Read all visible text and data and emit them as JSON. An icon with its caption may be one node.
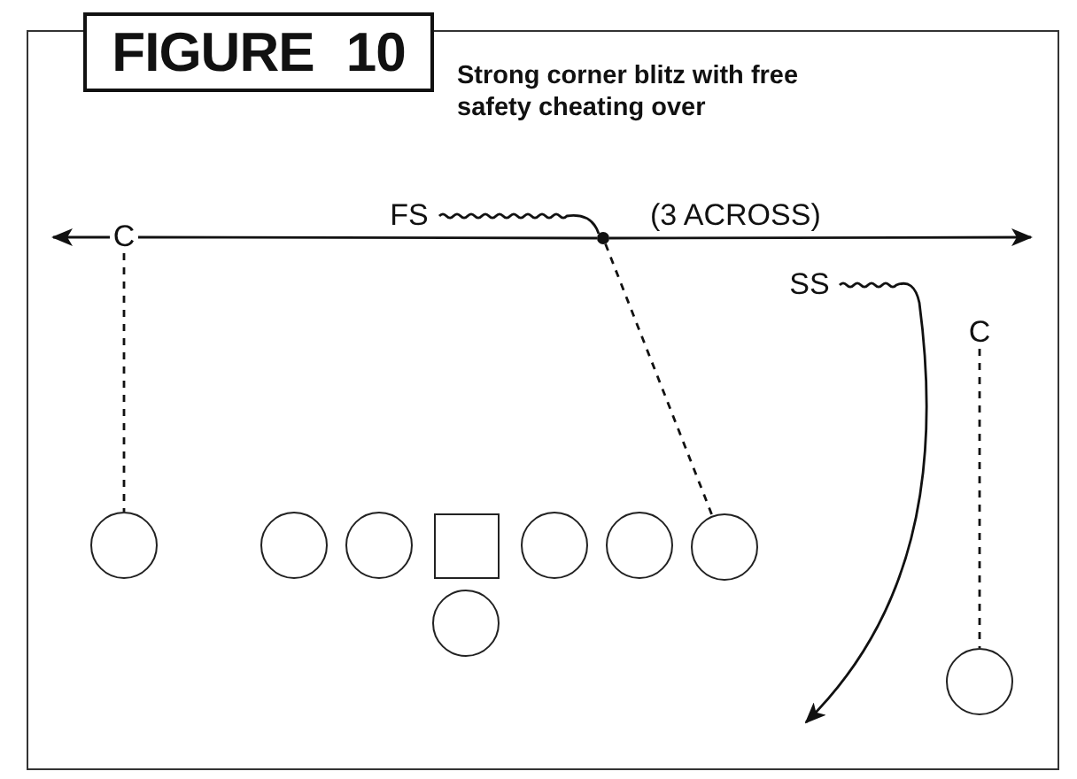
{
  "diagram": {
    "title": "FIGURE 10",
    "caption": "Strong corner blitz with free safety cheating over",
    "nodes": [
      {
        "text": [
          "C"
        ]
      },
      {
        "text": [
          "FS"
        ]
      },
      {
        "text": [
          "SS"
        ]
      },
      {
        "text": [
          "C"
        ]
      },
      {
        "text": [],
        "shape": "circle"
      },
      {
        "text": [],
        "shape": "circle"
      },
      {
        "text": [],
        "shape": "circle"
      },
      {
        "text": [],
        "shape": "box"
      },
      {
        "text": [],
        "shape": "circle"
      },
      {
        "text": [],
        "shape": "circle"
      },
      {
        "text": [],
        "shape": "circle"
      },
      {
        "text": [],
        "shape": "circle"
      },
      {
        "text": [],
        "shape": "circle"
      },
      {
        "text": [],
        "shape": "dot"
      }
    ],
    "edges": [
      {
        "from": 0,
        "to": null,
        "arrow": "to"
      },
      {
        "from": 0,
        "to": 13,
        "arrow": "none"
      },
      {
        "from": 13,
        "to": null,
        "arrow": "to"
      },
      {
        "from": 1,
        "to": 13,
        "arrow": "none"
      },
      {
        "from": 13,
        "to": 10,
        "arrow": "none",
        "style": "dashed"
      },
      {
        "from": 0,
        "to": 4,
        "arrow": "none",
        "style": "dashed"
      },
      {
        "from": 2,
        "to": null,
        "arrow": "to"
      },
      {
        "from": 3,
        "to": 12,
        "arrow": "none",
        "style": "dashed"
      }
    ],
    "labels": [
      "(3 ACROSS)"
    ]
  }
}
